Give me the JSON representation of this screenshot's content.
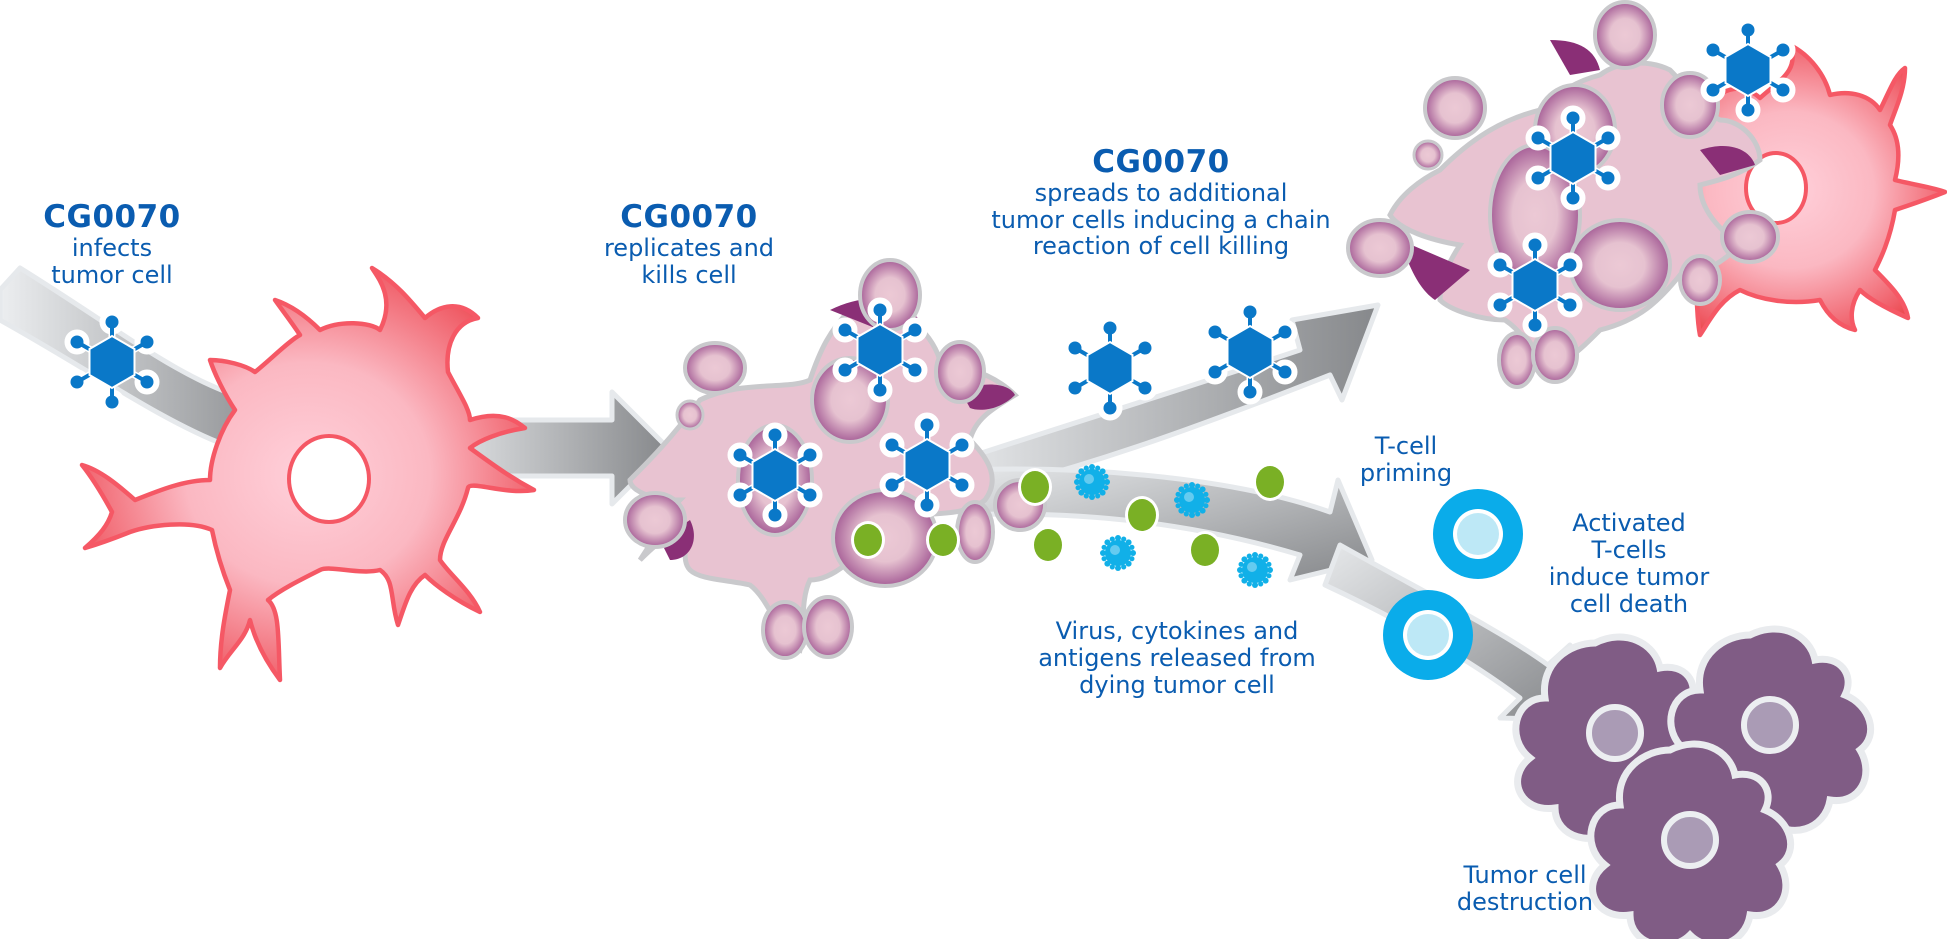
{
  "diagram": {
    "steps": [
      {
        "title": "CG0070",
        "lines": [
          "infects",
          "tumor cell"
        ]
      },
      {
        "title": "CG0070",
        "lines": [
          "replicates and",
          "kills cell"
        ]
      },
      {
        "title": "CG0070",
        "lines": [
          "spreads to additional",
          "tumor cells inducing a chain",
          "reaction of cell killing"
        ]
      }
    ],
    "release_label": {
      "lines": [
        "Virus, cytokines and",
        "antigens released from",
        "dying tumor cell"
      ]
    },
    "priming_label": {
      "lines": [
        "T-cell",
        "priming"
      ]
    },
    "activated_label": {
      "lines": [
        "Activated",
        "T-cells",
        "induce tumor",
        "cell death"
      ]
    },
    "destruction_label": {
      "lines": [
        "Tumor cell",
        "destruction"
      ]
    }
  },
  "colors": {
    "text": "#0a5cb0",
    "virus": "#0a78c8",
    "tumor_cell": "#f25a68",
    "dying_cell": "#a0508f",
    "cytokine_green": "#7ab025",
    "antigen_cyan": "#11b0e8",
    "t_cell": "#0aacea",
    "dead_cell": "#805c85",
    "arrow": "#9a9c9f"
  },
  "icons": {
    "virus": "virus-icon",
    "cytokine": "cytokine-dot-icon",
    "antigen": "antigen-starburst-icon",
    "t_cell": "t-cell-icon"
  }
}
